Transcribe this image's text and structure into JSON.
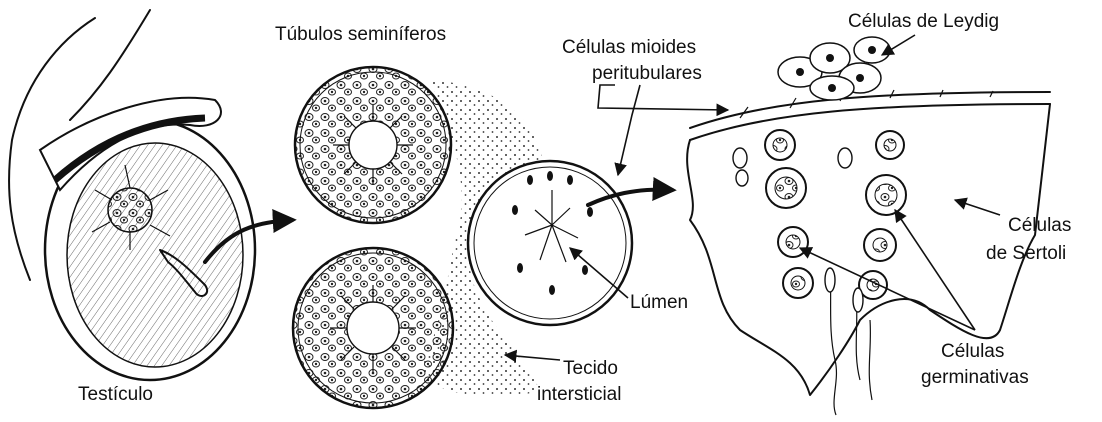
{
  "labels": {
    "testicle": "Testículo",
    "tubules": "Túbulos seminíferos",
    "myoid_line1": "Células mioides",
    "myoid_line2": "peritubulares",
    "leydig": "Células de Leydig",
    "sertoli_line1": "Células",
    "sertoli_line2": "de Sertoli",
    "lumen": "Lúmen",
    "interstitial_line1": "Tecido",
    "interstitial_line2": "intersticial",
    "germinative_line1": "Células",
    "germinative_line2": "germinativas"
  },
  "colors": {
    "ink": "#111111",
    "background": "#ffffff"
  }
}
